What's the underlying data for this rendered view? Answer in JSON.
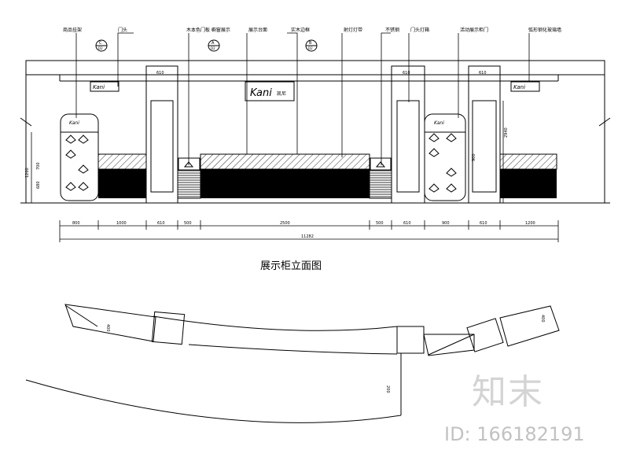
{
  "drawing": {
    "title": "展示柜立面图",
    "top_labels": [
      "商品挂架",
      "门头",
      "木本色门板 橱窗展示",
      "展示台面",
      "实木边框",
      "射灯灯带",
      "不锈钢",
      "门头灯箱",
      "活动展示柜门",
      "弧形钢化玻璃墙"
    ],
    "callouts": [
      {
        "letter": "C",
        "sheet": "D2"
      },
      {
        "letter": "A",
        "sheet": "D2"
      },
      {
        "letter": "B",
        "sheet": "D2"
      }
    ],
    "pillar_marks": [
      "610",
      "610",
      "610"
    ],
    "brand_panel": {
      "mark": "Kani",
      "sub": "凯尼"
    },
    "brand_small": "Kani",
    "bottom_dims": [
      "800",
      "1000",
      "610",
      "500",
      "2500",
      "500",
      "610",
      "900",
      "610",
      "1200"
    ],
    "total_dim": "11282",
    "left_dims": [
      "700",
      "680",
      "1200"
    ],
    "right_dims": [
      "2940",
      "900"
    ],
    "plan_dims": [
      "400",
      "200",
      "400"
    ]
  },
  "watermark": {
    "logo": "知末",
    "id": "ID: 166182191"
  }
}
